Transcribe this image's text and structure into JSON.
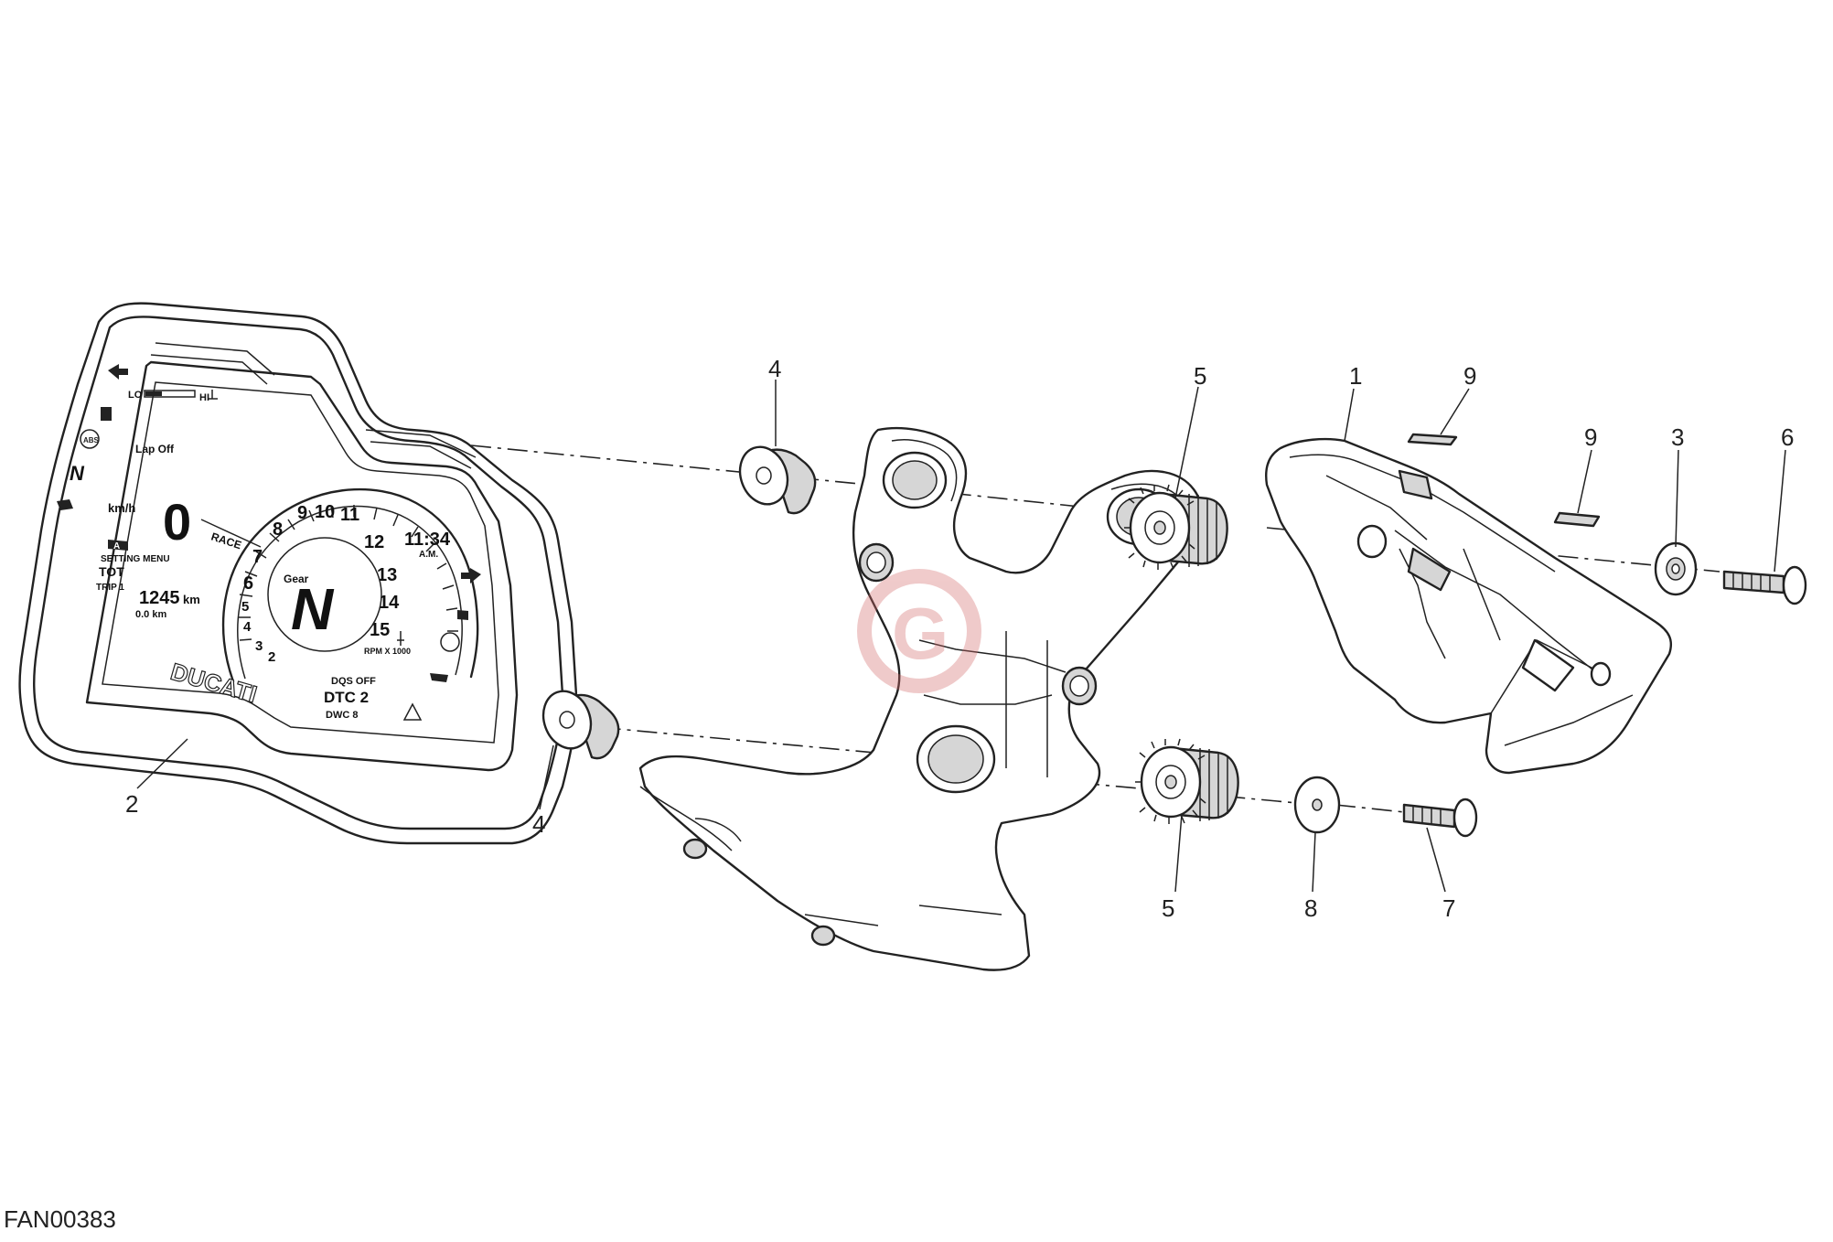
{
  "callouts": {
    "c1": "1",
    "c2": "2",
    "c3": "3",
    "c4a": "4",
    "c4b": "4",
    "c5a": "5",
    "c5b": "5",
    "c6": "6",
    "c7": "7",
    "c8": "8",
    "c9a": "9",
    "c9b": "9"
  },
  "dash": {
    "lo_label": "LO",
    "hi_label": "HI",
    "lap_label": "Lap Off",
    "speed_value": "0",
    "speed_unit": "km/h",
    "mode_label": "RACE",
    "gear_label": "Gear",
    "gear_value": "N",
    "clock_time": "11:34",
    "clock_ampm": "A.M.",
    "setting_menu": "SETTING MENU",
    "tot_label": "TOT",
    "trip_label": "TRIP 1",
    "odo_value": "1245",
    "odo_unit": "km",
    "trip_value": "0.0 km",
    "rpm_label": "RPM X 1000",
    "dqs_label": "DQS OFF",
    "dtc_label": "DTC 2",
    "dwc_label": "DWC 8",
    "brand": "DUCATI",
    "abs_label": "ABS",
    "neutral_indicator": "N",
    "headlight_mode": "A",
    "rpm_ticks": [
      "2",
      "3",
      "4",
      "5",
      "6",
      "7",
      "8",
      "9",
      "10",
      "11",
      "12",
      "13",
      "14",
      "15"
    ]
  },
  "watermark_letter": "G",
  "figure_code": "FAN00383"
}
